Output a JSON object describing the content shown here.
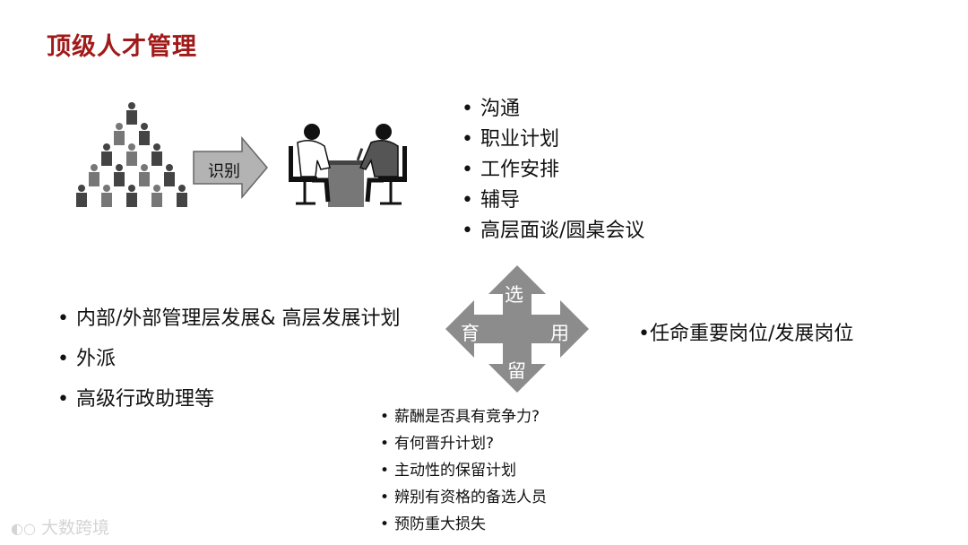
{
  "title": "顶级人才管理",
  "arrow_label": "识别",
  "top_list": [
    "沟通",
    "职业计划",
    "工作安排",
    "辅导",
    "高层面谈/圆桌会议"
  ],
  "left_list": [
    "内部/外部管理层发展& 高层发展计划",
    "外派",
    "高级行政助理等"
  ],
  "cross": {
    "top": "选",
    "left": "育",
    "right": "用",
    "bottom": "留"
  },
  "right_text": "•任命重要岗位/发展岗位",
  "bottom_list": [
    "薪酬是否具有竞争力?",
    "有何晋升计划?",
    "主动性的保留计划",
    "辨别有资格的备选人员",
    "预防重大损失"
  ],
  "watermark": "大数跨境",
  "colors": {
    "title": "#a11a1a",
    "cross_fill": "#8c8c8c",
    "arrow_fill": "#b3b3b3"
  }
}
